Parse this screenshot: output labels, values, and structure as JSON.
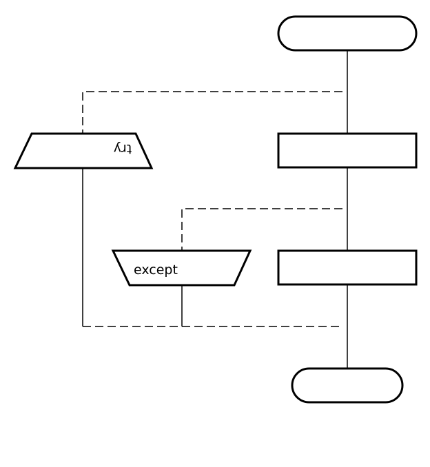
{
  "diagram": {
    "type": "flowchart",
    "labels": {
      "try_block": "try",
      "except_block": "except"
    },
    "nodes": [
      {
        "id": "start",
        "shape": "terminator",
        "label": ""
      },
      {
        "id": "process-1",
        "shape": "process",
        "label": ""
      },
      {
        "id": "try",
        "shape": "trapezoid-up",
        "label": "try"
      },
      {
        "id": "process-2",
        "shape": "process",
        "label": ""
      },
      {
        "id": "except",
        "shape": "trapezoid-down",
        "label": "except"
      },
      {
        "id": "end",
        "shape": "terminator",
        "label": ""
      }
    ],
    "edges": [
      {
        "from": "start",
        "to": "process-1",
        "style": "solid"
      },
      {
        "from": "process-1",
        "to": "process-2",
        "style": "solid"
      },
      {
        "from": "process-2",
        "to": "end",
        "style": "solid"
      },
      {
        "from": "main-line",
        "to": "try",
        "style": "dashed"
      },
      {
        "from": "main-line",
        "to": "except",
        "style": "dashed"
      },
      {
        "from": "try",
        "to": "main-line",
        "style": "dashed"
      },
      {
        "from": "except",
        "to": "main-line",
        "style": "dashed"
      }
    ]
  }
}
